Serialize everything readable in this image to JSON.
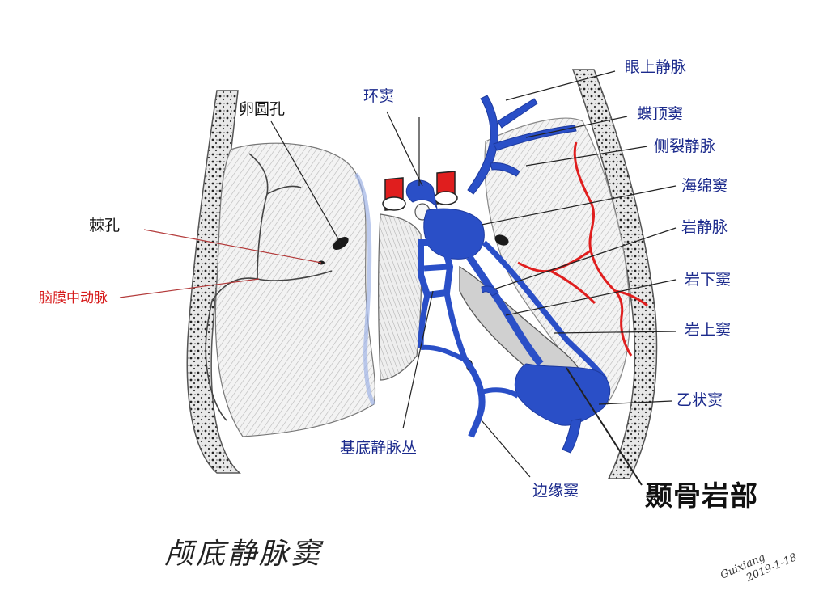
{
  "labels": {
    "foramen_ovale": "卵圆孔",
    "foramen_spinosum": "棘孔",
    "middle_meningeal_artery": "脑膜中动脉",
    "circular_sinus": "环窦",
    "basilar_plexus": "基底静脉丛",
    "marginal_sinus": "边缘窦",
    "superior_ophthalmic_vein": "眼上静脉",
    "sphenoparietal_sinus": "蝶顶窦",
    "sylvian_vein": "侧裂静脉",
    "cavernous_sinus": "海绵窦",
    "petrosal_vein": "岩静脉",
    "inferior_petrosal_sinus": "岩下窦",
    "superior_petrosal_sinus": "岩上窦",
    "sigmoid_sinus": "乙状窦",
    "petrous_temporal": "颞骨岩部"
  },
  "title_handwritten": "颅底静脉窦",
  "signature": {
    "name": "Guixiang",
    "date": "2019-1-18"
  },
  "colors": {
    "vein": "#2a4fc7",
    "artery": "#e01e1e",
    "label_blue": "#1b2a8c",
    "label_red": "#d61a1a",
    "bone": "#9a9a9a",
    "leader": "#222222",
    "artery_leader": "#b33a3a"
  }
}
